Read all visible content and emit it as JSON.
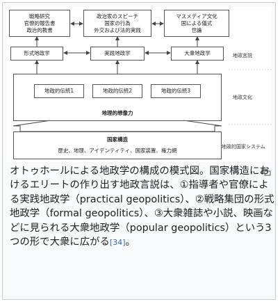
{
  "diagram": {
    "top_boxes": [
      {
        "lines": [
          "戦略研究",
          "官僚的報告書",
          "政治的教書"
        ]
      },
      {
        "lines": [
          "政治家のスピーチ",
          "国家の行為",
          "外交および法的実践"
        ]
      },
      {
        "lines": [
          "マスメディア文化",
          "国による儀式",
          "世論"
        ]
      }
    ],
    "mid_boxes": [
      "形式地政学",
      "実践地政学",
      "大衆地政学"
    ],
    "traditions": [
      "地政的伝統1",
      "地政的伝統2",
      "地政的伝統3"
    ],
    "imagination_label": "地理的想像力",
    "structure_title": "国家構造",
    "structure_items": "歴史、地理、アイデンティティ、国家装置、権力網",
    "level_labels": [
      "地政言説",
      "地政文化",
      "地政的国家システム"
    ]
  },
  "caption": {
    "text": "オトゥホールによる地政学の構成の模式図。国家構造におけるエリートの作り出す地政言説は、①指導者や官僚による実践地政学（practical geopolitics）、②戦略集団の形式地政学（formal geopolitics）、③大衆雑誌や小説、映画などに見られる大衆地政学（popular geopolitics）という3つの形で大衆に広がる",
    "ref": "[34]",
    "end": "。"
  },
  "icons": [
    "magnify-icon"
  ]
}
